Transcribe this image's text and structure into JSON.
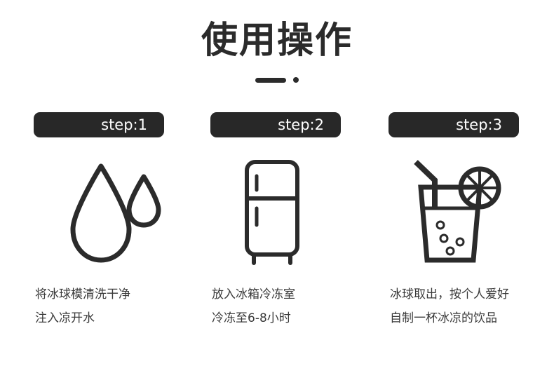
{
  "header": {
    "title": "使用操作",
    "divider_icon": "dash-dot-divider"
  },
  "theme": {
    "background": "#ffffff",
    "ink": "#2b2b2b",
    "badge_background": "#282828",
    "badge_text": "#ffffff",
    "caption_text": "#3a3a3a"
  },
  "steps": [
    {
      "badge_label": "step:1",
      "icon_name": "water-drop-icon",
      "caption_line1": "将冰球模清洗干净",
      "caption_line2": "注入凉开水"
    },
    {
      "badge_label": "step:2",
      "icon_name": "refrigerator-icon",
      "caption_line1": "放入冰箱冷冻室",
      "caption_line2": "冷冻至6-8小时"
    },
    {
      "badge_label": "step:3",
      "icon_name": "drink-glass-icon",
      "caption_line1": "冰球取出，按个人爱好",
      "caption_line2": "自制一杯冰凉的饮品"
    }
  ]
}
